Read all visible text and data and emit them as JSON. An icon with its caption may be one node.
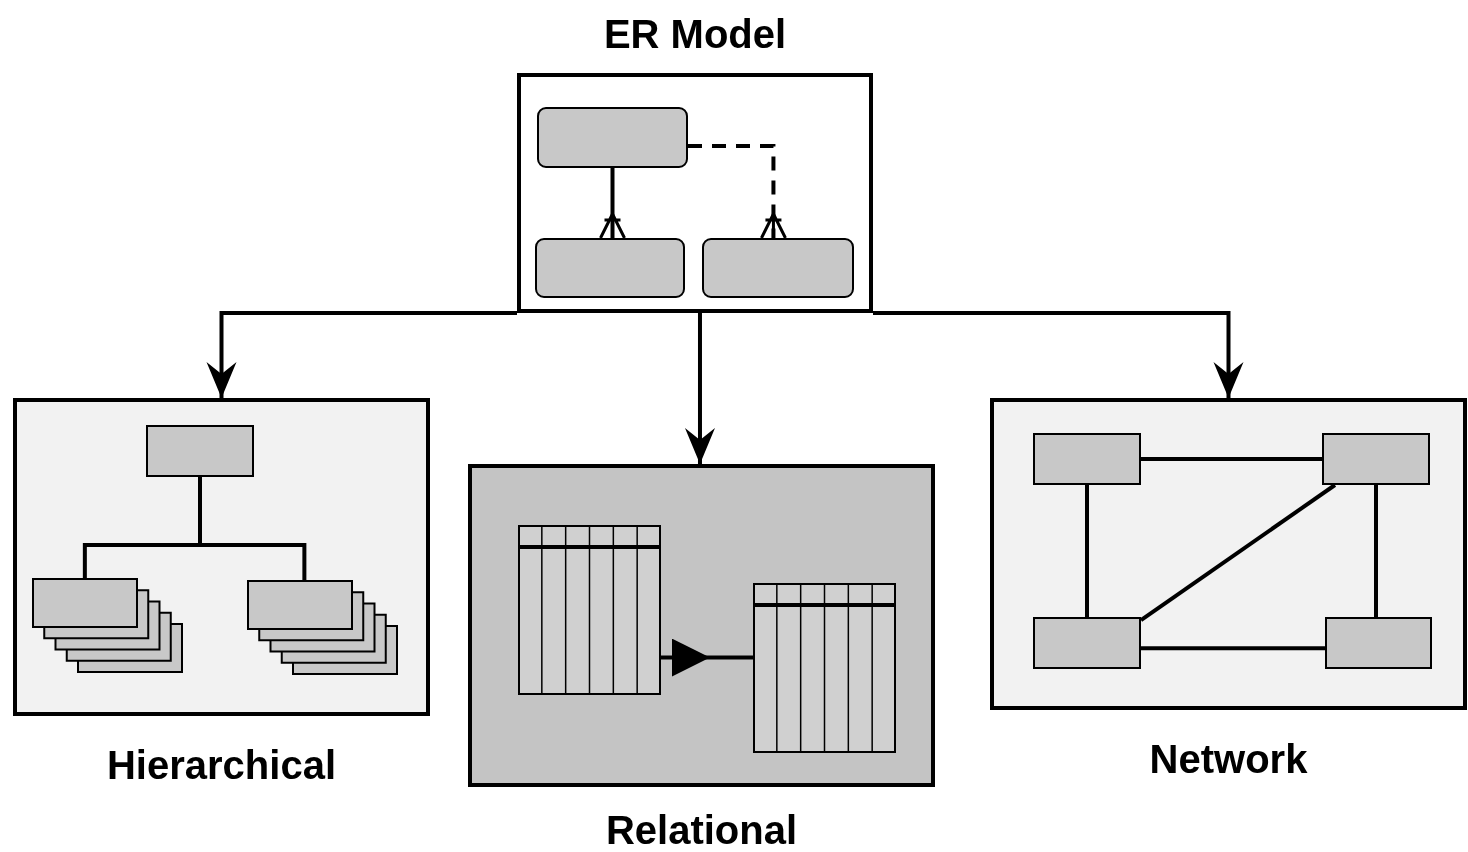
{
  "diagram": {
    "nodes": [
      {
        "text": [
          "ER Model"
        ]
      },
      {
        "text": [],
        "shape": "box",
        "in": 0
      },
      {
        "text": [],
        "shape": "box",
        "in": 0
      },
      {
        "text": [],
        "shape": "box",
        "in": 0
      },
      {
        "text": [
          "Hierarchical"
        ]
      },
      {
        "text": [],
        "shape": "box",
        "in": 4
      },
      {
        "text": [],
        "shape": "box",
        "in": 4
      },
      {
        "text": [],
        "shape": "box",
        "in": 4
      },
      {
        "text": [
          "Relational"
        ]
      },
      {
        "text": [],
        "shape": "table",
        "in": 8
      },
      {
        "text": [],
        "shape": "table",
        "in": 8
      },
      {
        "text": [
          "Network"
        ]
      },
      {
        "text": [],
        "shape": "box",
        "in": 11
      },
      {
        "text": [],
        "shape": "box",
        "in": 11
      },
      {
        "text": [],
        "shape": "box",
        "in": 11
      },
      {
        "text": [],
        "shape": "box",
        "in": 11
      }
    ],
    "edges": [
      {
        "from": 0,
        "to": 4,
        "arrow": "to"
      },
      {
        "from": 0,
        "to": 8,
        "arrow": "to"
      },
      {
        "from": 0,
        "to": 11,
        "arrow": "to"
      },
      {
        "from": 1,
        "to": 2,
        "arrow": "other"
      },
      {
        "from": 1,
        "to": 3,
        "arrow": "other",
        "style": "dashed"
      },
      {
        "from": 5,
        "to": 6,
        "arrow": "none"
      },
      {
        "from": 5,
        "to": 7,
        "arrow": "none"
      },
      {
        "from": 9,
        "to": 10,
        "arrow": "to"
      },
      {
        "from": 12,
        "to": 13,
        "arrow": "none"
      },
      {
        "from": 12,
        "to": 14,
        "arrow": "none"
      },
      {
        "from": 13,
        "to": 14,
        "arrow": "none"
      },
      {
        "from": 13,
        "to": 15,
        "arrow": "none"
      },
      {
        "from": 14,
        "to": 15,
        "arrow": "none"
      }
    ]
  }
}
